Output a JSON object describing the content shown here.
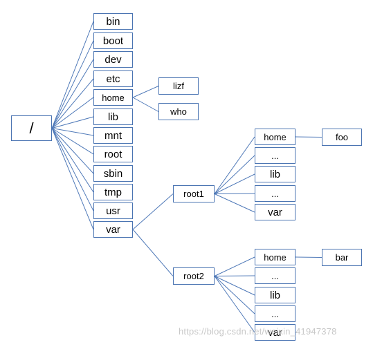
{
  "nodes": {
    "root": "/",
    "bin": "bin",
    "boot": "boot",
    "dev": "dev",
    "etc": "etc",
    "home": "home",
    "lib": "lib",
    "mnt": "mnt",
    "rootdir": "root",
    "sbin": "sbin",
    "tmp": "tmp",
    "usr": "usr",
    "var": "var",
    "lizf": "lizf",
    "who": "who",
    "root1": "root1",
    "root2": "root2",
    "r1_home": "home",
    "r1_dots1": "...",
    "r1_lib": "lib",
    "r1_dots2": "...",
    "r1_var": "var",
    "foo": "foo",
    "r2_home": "home",
    "r2_dots1": "...",
    "r2_lib": "lib",
    "r2_dots2": "...",
    "r2_var": "var",
    "bar": "bar"
  },
  "edges": [
    [
      "root",
      "bin"
    ],
    [
      "root",
      "boot"
    ],
    [
      "root",
      "dev"
    ],
    [
      "root",
      "etc"
    ],
    [
      "root",
      "home"
    ],
    [
      "root",
      "lib"
    ],
    [
      "root",
      "mnt"
    ],
    [
      "root",
      "rootdir"
    ],
    [
      "root",
      "sbin"
    ],
    [
      "root",
      "tmp"
    ],
    [
      "root",
      "usr"
    ],
    [
      "root",
      "var"
    ],
    [
      "home",
      "lizf"
    ],
    [
      "home",
      "who"
    ],
    [
      "var",
      "root1"
    ],
    [
      "var",
      "root2"
    ],
    [
      "root1",
      "r1_home"
    ],
    [
      "root1",
      "r1_dots1"
    ],
    [
      "root1",
      "r1_lib"
    ],
    [
      "root1",
      "r1_dots2"
    ],
    [
      "root1",
      "r1_var"
    ],
    [
      "r1_home",
      "foo"
    ],
    [
      "root2",
      "r2_home"
    ],
    [
      "root2",
      "r2_dots1"
    ],
    [
      "root2",
      "r2_lib"
    ],
    [
      "root2",
      "r2_dots2"
    ],
    [
      "root2",
      "r2_var"
    ],
    [
      "r2_home",
      "bar"
    ]
  ],
  "colors": {
    "edge": "#4f79b8",
    "border": "#4a74b2"
  },
  "watermark": "https://blog.csdn.net/weixin_41947378"
}
